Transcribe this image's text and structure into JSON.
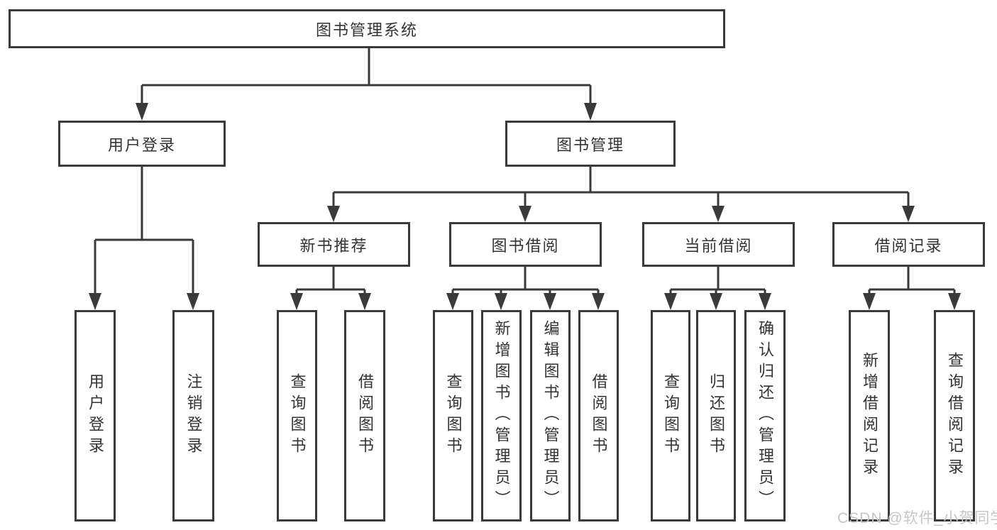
{
  "diagram": {
    "root": {
      "label": "图书管理系统"
    },
    "branches": [
      {
        "label": "用户登录",
        "children": [
          {
            "label": "用户登录"
          },
          {
            "label": "注销登录"
          }
        ]
      },
      {
        "label": "图书管理",
        "children": [
          {
            "label": "新书推荐",
            "children": [
              {
                "label": "查询图书"
              },
              {
                "label": "借阅图书"
              }
            ]
          },
          {
            "label": "图书借阅",
            "children": [
              {
                "label": "查询图书"
              },
              {
                "label": "新增图书（管理员）"
              },
              {
                "label": "编辑图书（管理员）"
              },
              {
                "label": "借阅图书"
              }
            ]
          },
          {
            "label": "当前借阅",
            "children": [
              {
                "label": "查询图书"
              },
              {
                "label": "归还图书"
              },
              {
                "label": "确认归还（管理员）"
              }
            ]
          },
          {
            "label": "借阅记录",
            "children": [
              {
                "label": "新增借阅记录"
              },
              {
                "label": "查询借阅记录"
              }
            ]
          }
        ]
      }
    ]
  },
  "watermark": {
    "text": "CSDN @软件_小贺同学",
    "color": "#c6c6c6"
  },
  "colors": {
    "line": "#3a3a3a",
    "box_border": "#3a3a3a",
    "text": "#333333",
    "background": "#ffffff"
  }
}
